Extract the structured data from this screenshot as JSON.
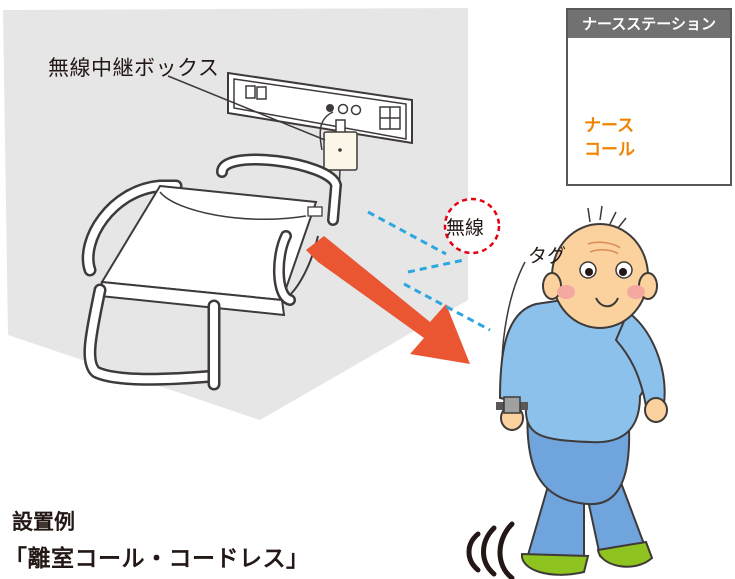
{
  "labels": {
    "relay_box": "無線中継ボックス",
    "wireless": "無線",
    "tag": "タグ",
    "example": "設置例",
    "title": "「離室コール・コードレス」"
  },
  "nurse_station": {
    "header": "ナースステーション",
    "call_text": "ナース\nコール"
  },
  "colors": {
    "wall": "#e6e6e6",
    "outline": "#3e3a39",
    "arrow": "#ea5532",
    "wave": "#2ea7e0",
    "shirt": "#8cc1ec",
    "pants": "#6fa4dd",
    "skin": "#fbd29e",
    "cheek": "#f4a8a0",
    "slipper": "#8fc31f",
    "panel_header": "#727171",
    "nurse_call": "#f08300",
    "wireless_circle": "#e60012"
  },
  "icons": [
    "music-note-icon",
    "sound-wave-icon"
  ]
}
